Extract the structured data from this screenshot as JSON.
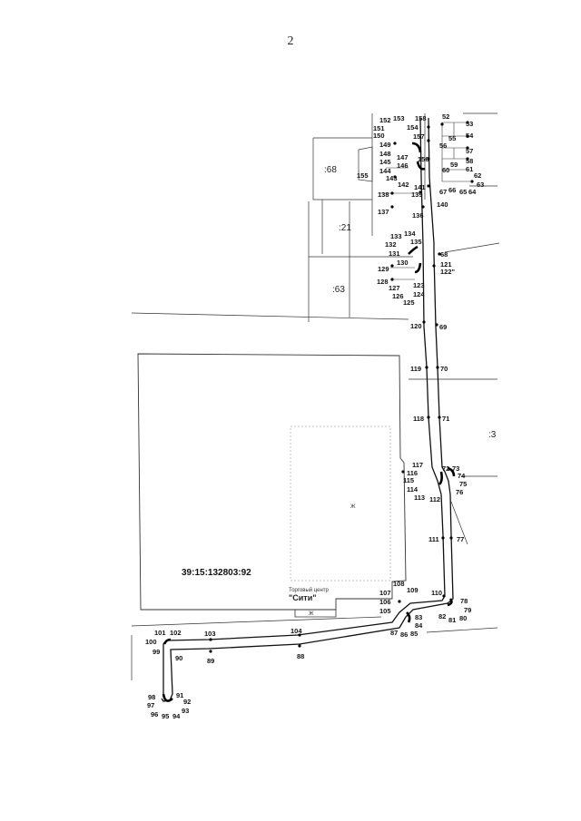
{
  "page_number": "2",
  "cadastral_number": "39:15:132803:92",
  "building_label_top": "Торговый центр",
  "building_label_name": "\"Сити\"",
  "parcels": [
    ":68",
    ":21",
    ":63",
    ":3"
  ],
  "building_mark": "Ж",
  "bottom_mark": "Ж",
  "points": {
    "pt52": "52",
    "pt53": "53",
    "pt54": "54",
    "pt55": "55",
    "pt56": "56",
    "pt57": "57",
    "pt58": "58",
    "pt59": "59",
    "pt60": "60",
    "pt61": "61",
    "pt62": "62",
    "pt63": "63",
    "pt64": "64",
    "pt65": "65",
    "pt66": "66",
    "pt67": "67",
    "pt68": "68",
    "pt69": "69",
    "pt70": "70",
    "pt71": "71",
    "pt72": "72",
    "pt73": "73",
    "pt74": "74",
    "pt75": "75",
    "pt76": "76",
    "pt77": "77",
    "pt78": "78",
    "pt79": "79",
    "pt80": "80",
    "pt81": "81",
    "pt82": "82",
    "pt83": "83",
    "pt84": "84",
    "pt85": "85",
    "pt86": "86",
    "pt87": "87",
    "pt88": "88",
    "pt89": "89",
    "pt90": "90",
    "pt91": "91",
    "pt92": "92",
    "pt93": "93",
    "pt94": "94",
    "pt95": "95",
    "pt96": "96",
    "pt97": "97",
    "pt98": "98",
    "pt99": "99",
    "pt100": "100",
    "pt101": "101",
    "pt102": "102",
    "pt103": "103",
    "pt104": "104",
    "pt105": "105",
    "pt106": "106",
    "pt107": "107",
    "pt108": "108",
    "pt109": "109",
    "pt110": "110",
    "pt111": "111",
    "pt112": "112",
    "pt113": "113",
    "pt114": "114",
    "pt115": "115",
    "pt116": "116",
    "pt117": "117",
    "pt118": "118",
    "pt119": "119",
    "pt120": "120",
    "pt121": "121",
    "pt122": "122\"",
    "pt123": "123",
    "pt124": "124",
    "pt125": "125",
    "pt126": "126",
    "pt127": "127",
    "pt128": "128",
    "pt129": "129",
    "pt130": "130",
    "pt131": "131",
    "pt132": "132",
    "pt133": "133",
    "pt134": "134",
    "pt135": "135",
    "pt136": "136",
    "pt137": "137",
    "pt138": "138",
    "pt139": "139",
    "pt140": "140",
    "pt141": "141",
    "pt142": "142",
    "pt143": "143",
    "pt144": "144",
    "pt145": "145",
    "pt146": "146",
    "pt147": "147",
    "pt148": "148",
    "pt149": "149",
    "pt150": "150",
    "pt151": "151",
    "pt152": "152",
    "pt153": "153",
    "pt154": "154",
    "pt155": "155",
    "pt156": "156",
    "pt157": "157",
    "pt158": "158"
  }
}
